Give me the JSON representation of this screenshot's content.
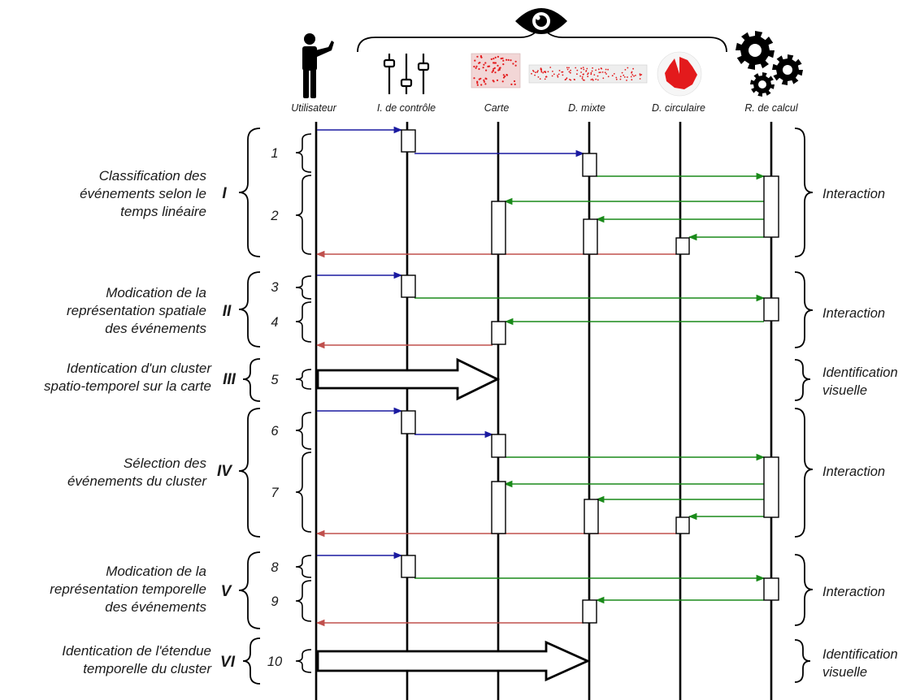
{
  "actors": [
    {
      "label": "Utilisateur",
      "icon": "user-icon"
    },
    {
      "label": "I. de contrôle",
      "icon": "sliders-icon"
    },
    {
      "label": "Carte",
      "icon": "map-thumbnail-icon"
    },
    {
      "label": "D. mixte",
      "icon": "mixed-diagram-thumbnail-icon"
    },
    {
      "label": "D. circulaire",
      "icon": "circular-diagram-thumbnail-icon"
    },
    {
      "label": "R. de calcul",
      "icon": "gears-icon"
    }
  ],
  "visual_group_icon": "eye-icon",
  "phases": [
    {
      "numeral": "I",
      "lines": [
        "Classification des",
        "événements selon le",
        "temps linéaire"
      ],
      "kind": [
        "Interaction"
      ]
    },
    {
      "numeral": "II",
      "lines": [
        "Modication de la",
        "représentation spatiale",
        "des événements"
      ],
      "kind": [
        "Interaction"
      ]
    },
    {
      "numeral": "III",
      "lines": [
        "Identication d'un cluster",
        "spatio-temporel sur la carte"
      ],
      "kind": [
        "Identification",
        "visuelle"
      ]
    },
    {
      "numeral": "IV",
      "lines": [
        "Sélection des",
        "événements du cluster"
      ],
      "kind": [
        "Interaction"
      ]
    },
    {
      "numeral": "V",
      "lines": [
        "Modication de la",
        "représentation temporelle",
        "des événements"
      ],
      "kind": [
        "Interaction"
      ]
    },
    {
      "numeral": "VI",
      "lines": [
        "Identication de l'étendue",
        "temporelle du cluster"
      ],
      "kind": [
        "Identification",
        "visuelle"
      ]
    }
  ],
  "steps": [
    "1",
    "2",
    "3",
    "4",
    "5",
    "6",
    "7",
    "8",
    "9",
    "10"
  ],
  "colors": {
    "user_request": "#1a1aa0",
    "computation": "#1a8a1a",
    "feedback": "#c0504d",
    "lifeline": "#000000",
    "map_dots": "#e31a1c"
  }
}
